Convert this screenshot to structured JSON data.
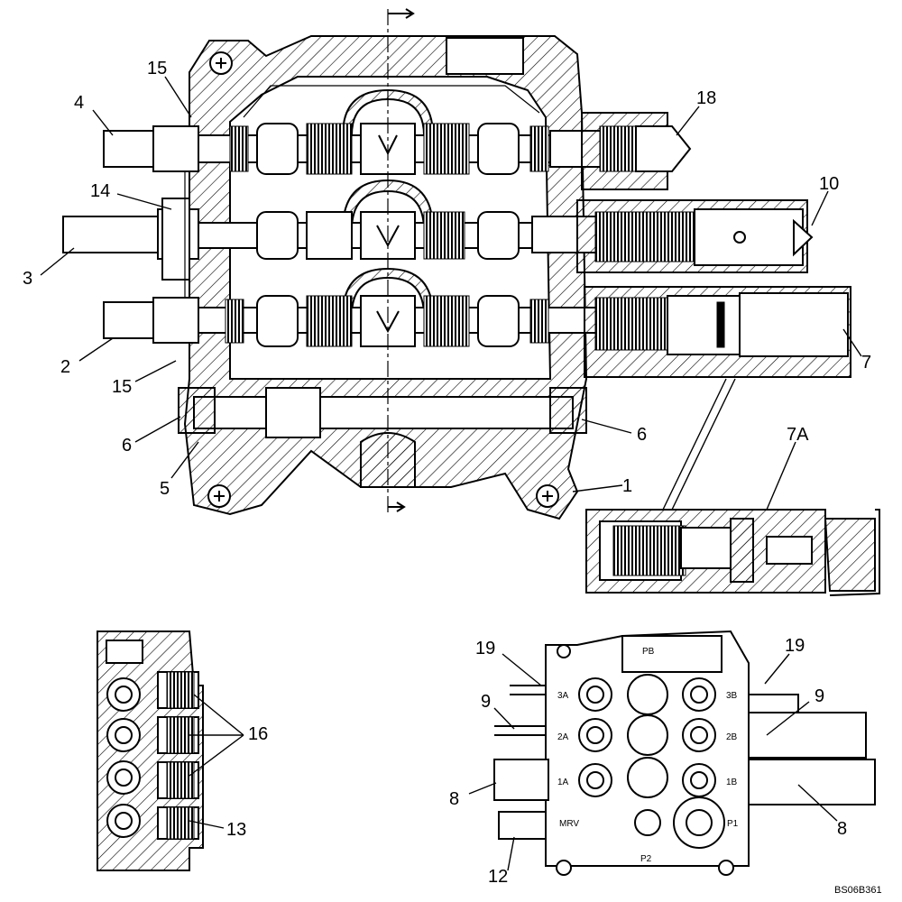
{
  "callouts": {
    "c1": "1",
    "c2": "2",
    "c3": "3",
    "c4": "4",
    "c5": "5",
    "c6_left": "6",
    "c6_right": "6",
    "c7": "7",
    "c7a": "7A",
    "c8_left": "8",
    "c8_right": "8",
    "c9_left": "9",
    "c9_right": "9",
    "c10": "10",
    "c12": "12",
    "c13": "13",
    "c14": "14",
    "c15_top": "15",
    "c15_bottom": "15",
    "c16": "16",
    "c18": "18",
    "c19_left": "19",
    "c19_right": "19"
  },
  "port_labels": {
    "pb": "PB",
    "a3": "3A",
    "b3": "3B",
    "a2": "2A",
    "b2": "2B",
    "a1": "1A",
    "b1": "1B",
    "mrv": "MRV",
    "p1": "P1",
    "p2": "P2"
  },
  "drawing_code": "BS06B361"
}
